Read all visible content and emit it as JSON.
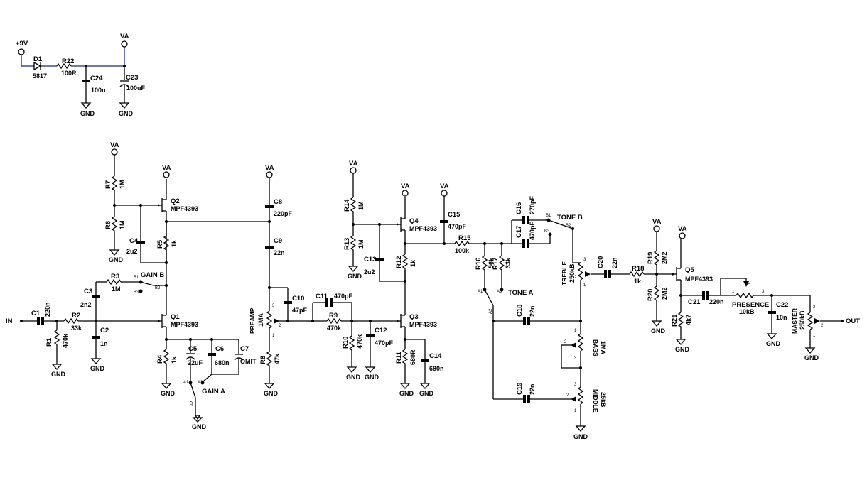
{
  "power": {
    "supply": "+9V",
    "rail": "VA",
    "ground": "GND",
    "d1": {
      "ref": "D1",
      "part": "5817"
    },
    "r22": {
      "ref": "R22",
      "val": "100R"
    },
    "c24": {
      "ref": "C24",
      "val": "100n"
    },
    "c23": {
      "ref": "C23",
      "val": "100uF"
    }
  },
  "io": {
    "input": "IN",
    "output": "OUT"
  },
  "components": {
    "C1": {
      "ref": "C1",
      "val": "220n"
    },
    "R1": {
      "ref": "R1",
      "val": "470k"
    },
    "R2": {
      "ref": "R2",
      "val": "33k"
    },
    "C2": {
      "ref": "C2",
      "val": "1n"
    },
    "C3": {
      "ref": "C3",
      "val": "2n2"
    },
    "R3": {
      "ref": "R3",
      "val": "1M"
    },
    "Q1": {
      "ref": "Q1",
      "part": "MPF4393"
    },
    "R4": {
      "ref": "R4",
      "val": "1k"
    },
    "C5": {
      "ref": "C5",
      "val": "22uF"
    },
    "C6": {
      "ref": "C6",
      "val": "680n"
    },
    "C7": {
      "ref": "C7",
      "val": "OMIT"
    },
    "R7": {
      "ref": "R7",
      "val": "1M"
    },
    "R6": {
      "ref": "R6",
      "val": "1M"
    },
    "Q2": {
      "ref": "Q2",
      "part": "MPF4393"
    },
    "C4": {
      "ref": "C4",
      "val": "2u2"
    },
    "R5": {
      "ref": "R5",
      "val": "1k"
    },
    "C8": {
      "ref": "C8",
      "val": "220pF"
    },
    "C9": {
      "ref": "C9",
      "val": "22n"
    },
    "PREAMP": {
      "ref": "PREAMP",
      "val": "1MA"
    },
    "C10": {
      "ref": "C10",
      "val": "47pF"
    },
    "R8": {
      "ref": "R8",
      "val": "47k"
    },
    "C11": {
      "ref": "C11",
      "val": "470pF"
    },
    "R9": {
      "ref": "R9",
      "val": "470k"
    },
    "R10": {
      "ref": "R10",
      "val": "470k"
    },
    "C12": {
      "ref": "C12",
      "val": "470pF"
    },
    "R14": {
      "ref": "R14",
      "val": "1M"
    },
    "R13": {
      "ref": "R13",
      "val": "1M"
    },
    "C13": {
      "ref": "C13",
      "val": "2u2"
    },
    "Q4": {
      "ref": "Q4",
      "part": "MPF4393"
    },
    "R12": {
      "ref": "R12",
      "val": "1k"
    },
    "Q3": {
      "ref": "Q3",
      "part": "MPF4393"
    },
    "R11": {
      "ref": "R11",
      "val": "680R"
    },
    "C14": {
      "ref": "C14",
      "val": "680n"
    },
    "C15": {
      "ref": "C15",
      "val": "470pF"
    },
    "R15": {
      "ref": "R15",
      "val": "100k"
    },
    "R16": {
      "ref": "R16",
      "val": "56k"
    },
    "R17": {
      "ref": "R17",
      "val": "33k"
    },
    "C16": {
      "ref": "C16",
      "val": "270pF"
    },
    "C17": {
      "ref": "C17",
      "val": "470pF"
    },
    "C18": {
      "ref": "C18",
      "val": "22n"
    },
    "C19": {
      "ref": "C19",
      "val": "22n"
    },
    "TREBLE": {
      "ref": "TREBLE",
      "val": "250kB"
    },
    "BASS": {
      "ref": "BASS",
      "val": "1MA"
    },
    "MIDDLE": {
      "ref": "MIDDLE",
      "val": "25kB"
    },
    "C20": {
      "ref": "C20",
      "val": "22n"
    },
    "R18": {
      "ref": "R18",
      "val": "1k"
    },
    "R19": {
      "ref": "R19",
      "val": "2M2"
    },
    "R20": {
      "ref": "R20",
      "val": "2M2"
    },
    "Q5": {
      "ref": "Q5",
      "part": "MPF4393"
    },
    "R21": {
      "ref": "R21",
      "val": "4k7"
    },
    "C21": {
      "ref": "C21",
      "val": "220n"
    },
    "PRESENCE": {
      "ref": "PRESENCE",
      "val": "10kB"
    },
    "C22": {
      "ref": "C22",
      "val": "10n"
    },
    "MASTER": {
      "ref": "MASTER",
      "val": "250kB"
    }
  },
  "switches": {
    "gain_a": "GAIN A",
    "gain_b": "GAIN B",
    "tone_a": "TONE A",
    "tone_b": "TONE B",
    "pins": {
      "a1": "A1",
      "a2": "A2",
      "a3": "A3",
      "b1": "B1",
      "b2": "B2",
      "b3": "B3"
    }
  },
  "pot_pins": {
    "p1": "1",
    "p2": "2",
    "p3": "3"
  }
}
